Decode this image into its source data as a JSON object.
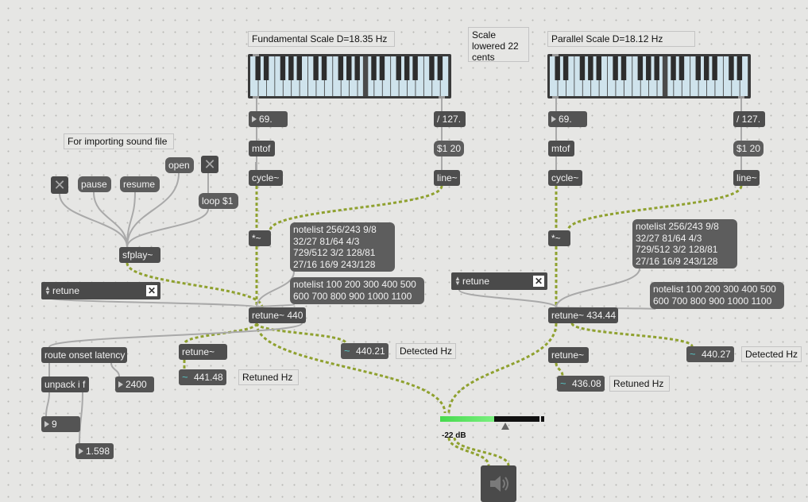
{
  "comments": {
    "fundamental": "Fundamental Scale D=18.35 Hz",
    "scale_lowered": "Scale lowered 22 cents",
    "parallel": "Parallel Scale D=18.12 Hz",
    "import": "For importing sound file",
    "detected_left": "Detected Hz",
    "retuned_left": "Retuned Hz",
    "retuned_right": "Retuned Hz",
    "detected_right": "Detected Hz"
  },
  "left": {
    "note_number": "69.",
    "mtof": "mtof",
    "cycle": "cycle~",
    "velocity_divide": "/ 127.",
    "ramp_msg": "$1 20",
    "line": "line~",
    "multiply": "*~",
    "notelist_ratio": "notelist 256/243 9/8 32/27 81/64 4/3 729/512 3/2 128/81 27/16 16/9 243/128",
    "notelist_cents": "notelist 100 200 300 400 500 600 700 800 900 1000 1100",
    "retune_main": "retune~ 440",
    "retune_second": "retune~",
    "detected_value": "440.21",
    "retuned_value": "441.48",
    "menu_label": "retune"
  },
  "right": {
    "note_number": "69.",
    "mtof": "mtof",
    "cycle": "cycle~",
    "velocity_divide": "/ 127.",
    "ramp_msg": "$1 20",
    "line": "line~",
    "multiply": "*~",
    "notelist_ratio": "notelist 256/243 9/8 32/27 81/64 4/3 729/512 3/2 128/81 27/16 16/9 243/128",
    "notelist_cents": "notelist 100 200 300 400 500 600 700 800 900 1000 1100",
    "retune_main": "retune~ 434.44",
    "retune_second": "retune~",
    "detected_value": "440.27",
    "retuned_value": "436.08",
    "menu_label": "retune"
  },
  "player": {
    "pause": "pause",
    "resume": "resume",
    "open": "open",
    "loop": "loop $1",
    "sfplay": "sfplay~",
    "route": "route onset latency",
    "unpack": "unpack i f",
    "latency_value": "2400",
    "onset_value": "9",
    "float_value": "1.598"
  },
  "output": {
    "level_db": "-22 dB",
    "meter_fraction": 0.52,
    "icon": "speaker-icon"
  },
  "colors": {
    "background": "#e6e6e4",
    "object_box": "#4e4e4e",
    "signal_cord": "#8fa12f",
    "control_cord": "#a9a9a9",
    "meter_green": "#46d94d"
  }
}
